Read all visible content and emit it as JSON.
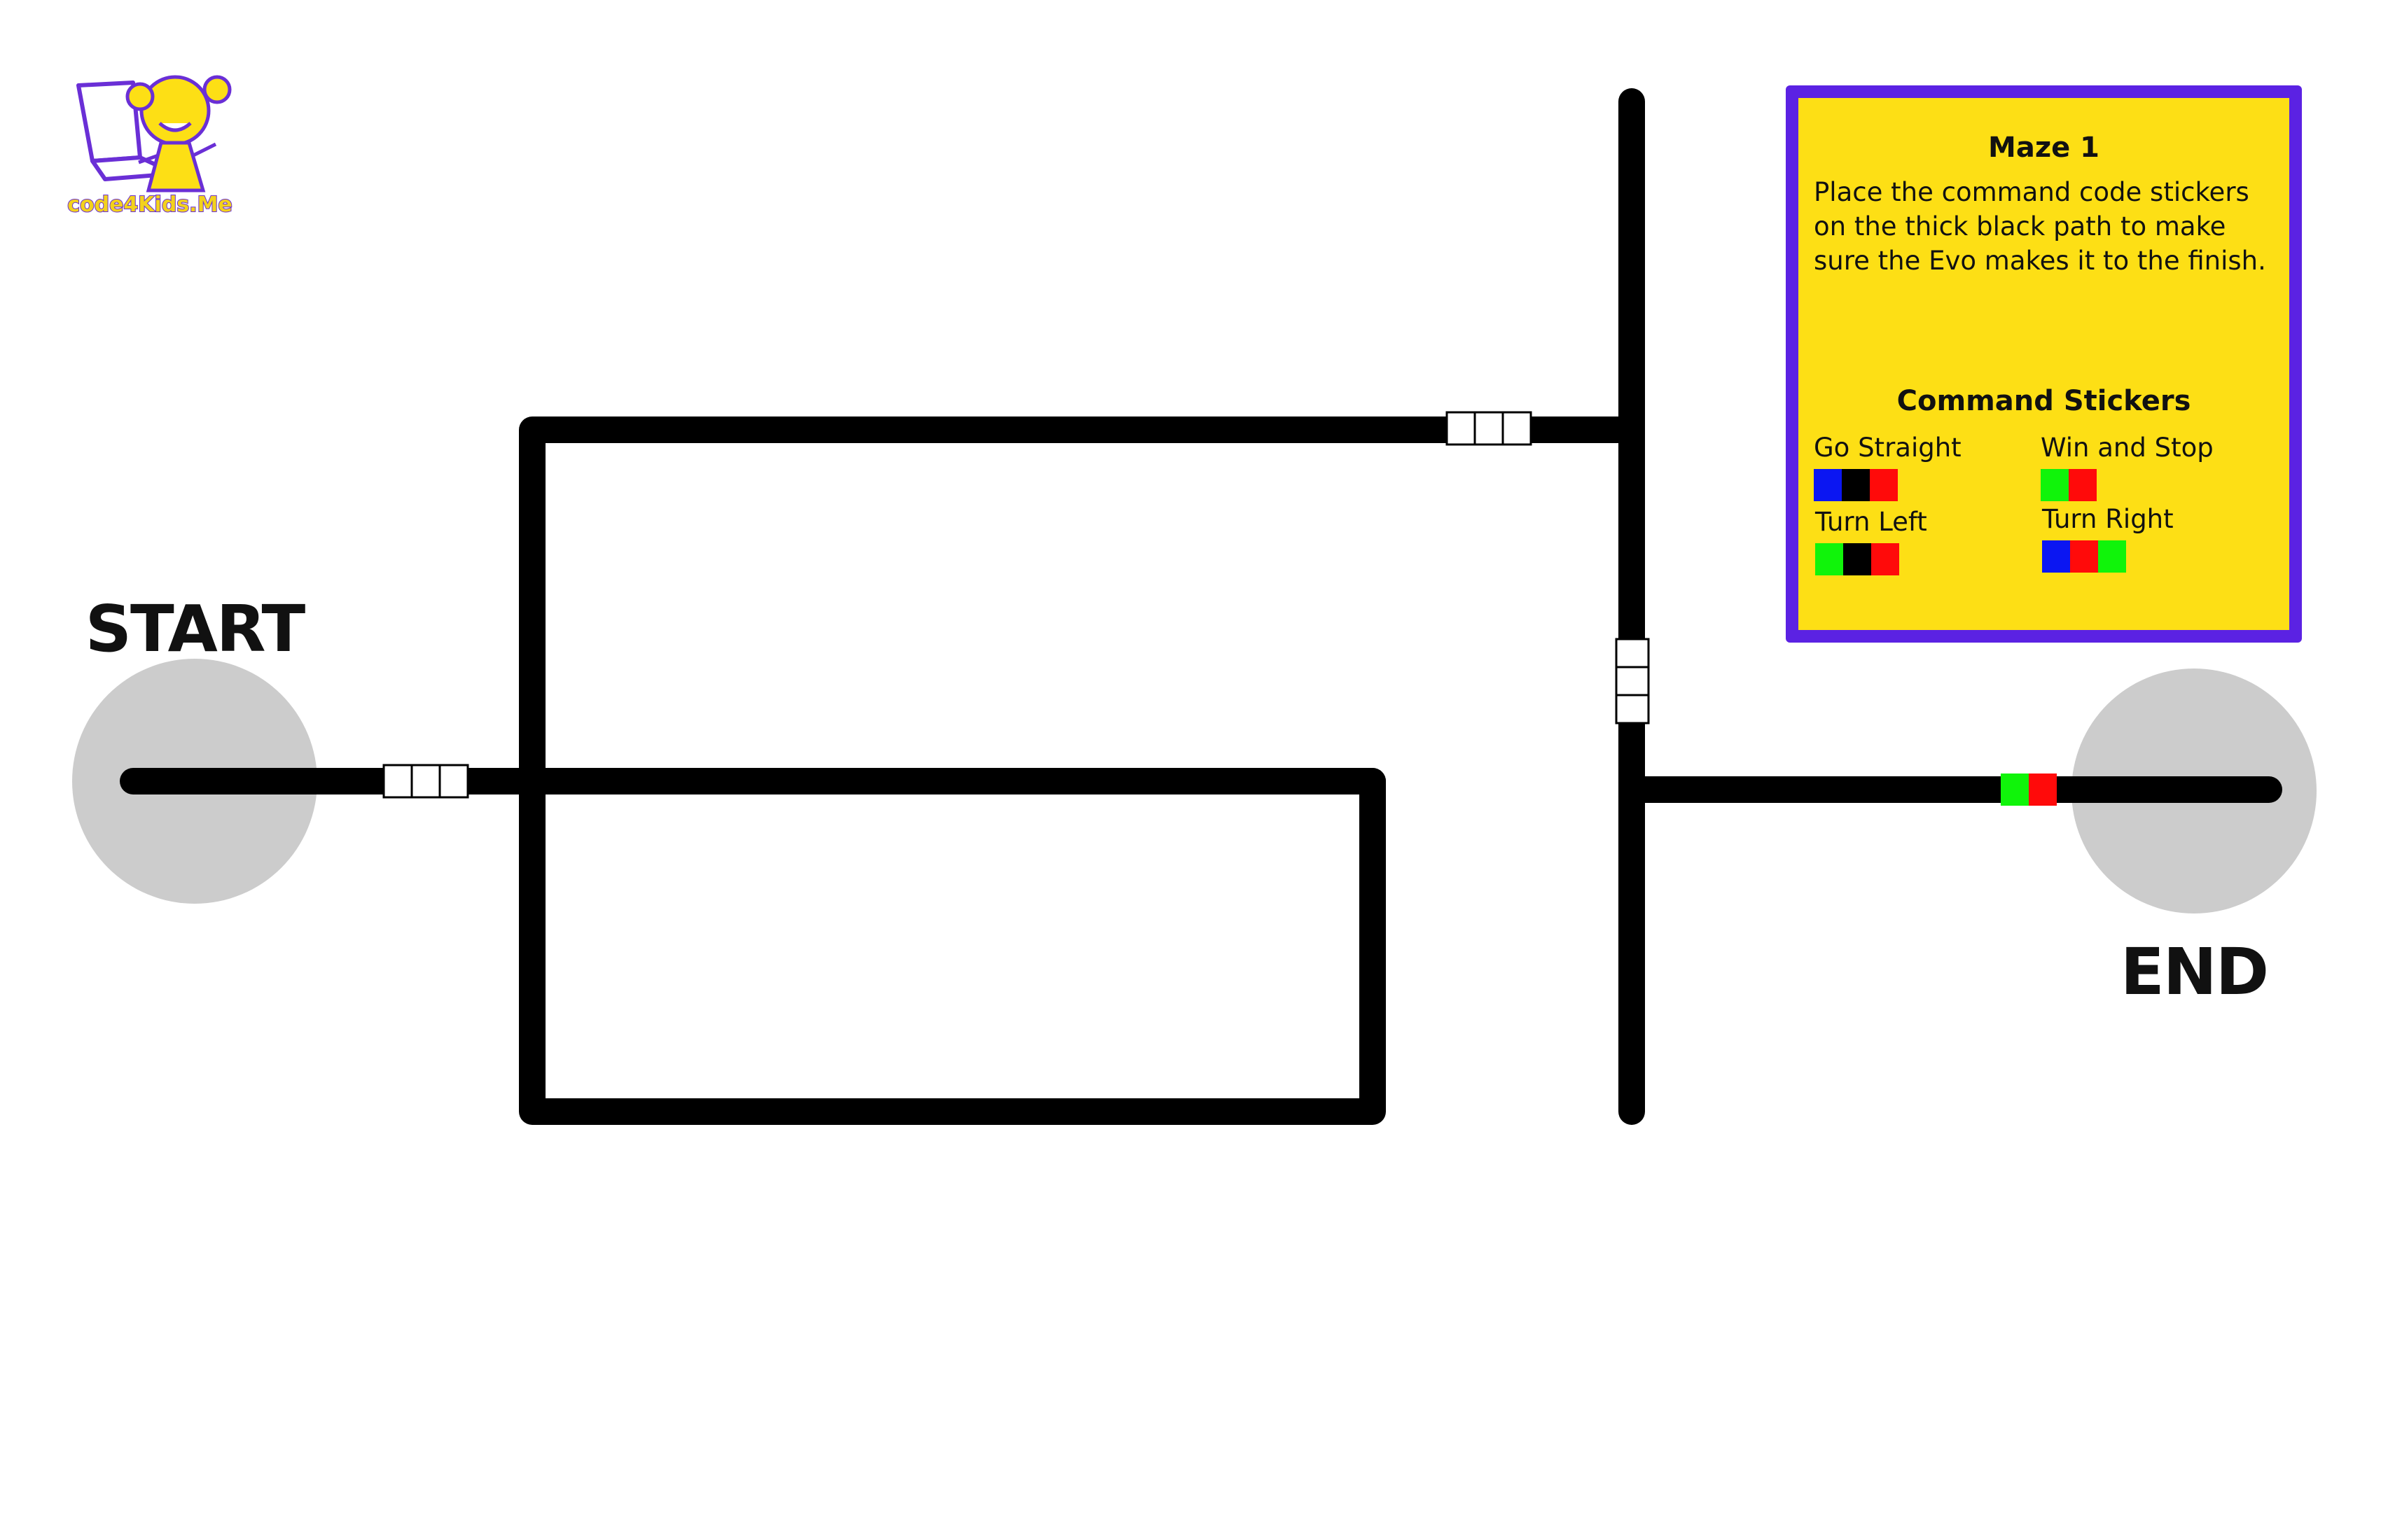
{
  "logo": {
    "text": "code4Kids.Me",
    "colors": {
      "figure": "#fddf15",
      "outline": "#6a2fd6"
    }
  },
  "start_label": "START",
  "end_label": "END",
  "card": {
    "title": "Maze 1",
    "description": "Place the command code stickers on the thick black path to make sure the Evo makes it to the finish.",
    "stickers_title": "Command Stickers",
    "commands": [
      {
        "label": "Go Straight",
        "colors": [
          "#0b16f2",
          "#000000",
          "#ff0a0a"
        ]
      },
      {
        "label": "Win and Stop",
        "colors": [
          "#10f40a",
          "#ff0a0a"
        ]
      },
      {
        "label": "Turn Left",
        "colors": [
          "#10f40a",
          "#000000",
          "#ff0a0a"
        ]
      },
      {
        "label": "Turn Right",
        "colors": [
          "#0b16f2",
          "#ff0a0a",
          "#10f40a"
        ]
      }
    ],
    "colors": {
      "background": "#fddf15",
      "border": "#5b22e3"
    }
  },
  "maze": {
    "path_color": "#000000",
    "circle_color": "#cccccc",
    "placed_sticker_colors": [
      "#10f40a",
      "#ff0a0a"
    ],
    "empty_slot_count": 3
  }
}
